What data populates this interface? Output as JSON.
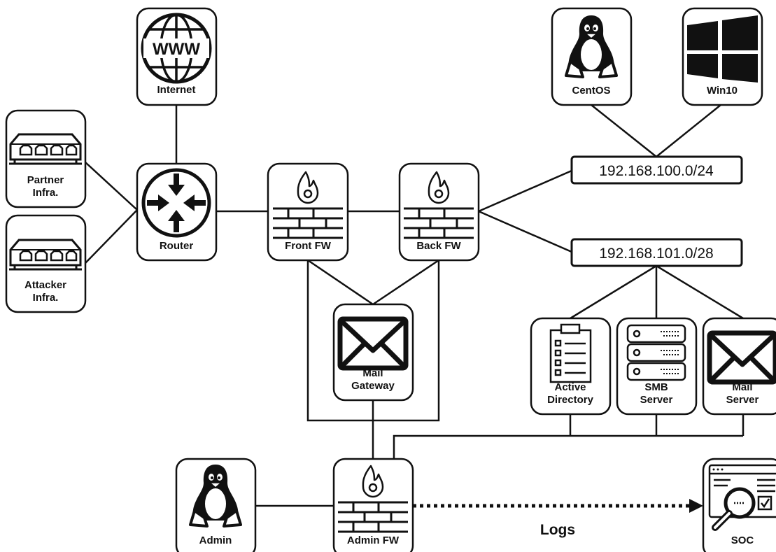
{
  "nodes": {
    "internet": {
      "label": "Internet",
      "icon": "globe-www-icon",
      "glyph": "WWW"
    },
    "partner_infra": {
      "label_line1": "Partner",
      "label_line2": "Infra.",
      "icon": "switch-icon"
    },
    "attacker_infra": {
      "label_line1": "Attacker",
      "label_line2": "Infra.",
      "icon": "switch-icon"
    },
    "router": {
      "label": "Router",
      "icon": "router-icon"
    },
    "front_fw": {
      "label": "Front FW",
      "icon": "firewall-icon"
    },
    "back_fw": {
      "label": "Back FW",
      "icon": "firewall-icon"
    },
    "centos": {
      "label": "CentOS",
      "icon": "linux-penguin-icon"
    },
    "win10": {
      "label": "Win10",
      "icon": "windows-logo-icon"
    },
    "mail_gateway": {
      "label_line1": "Mail",
      "label_line2": "Gateway",
      "icon": "envelope-icon"
    },
    "active_directory": {
      "label_line1": "Active",
      "label_line2": "Directory",
      "icon": "clipboard-list-icon"
    },
    "smb_server": {
      "label_line1": "SMB",
      "label_line2": "Server",
      "icon": "server-rack-icon"
    },
    "mail_server": {
      "label_line1": "Mail",
      "label_line2": "Server",
      "icon": "envelope-icon"
    },
    "admin": {
      "label": "Admin",
      "icon": "linux-penguin-icon"
    },
    "admin_fw": {
      "label": "Admin FW",
      "icon": "firewall-icon"
    },
    "soc": {
      "label": "SOC",
      "icon": "soc-monitor-magnifier-icon"
    }
  },
  "networks": {
    "net_100": "192.168.100.0/24",
    "net_101": "192.168.101.0/28"
  },
  "edges": {
    "logs_label": "Logs"
  },
  "colors": {
    "stroke": "#111111",
    "background": "#ffffff"
  }
}
